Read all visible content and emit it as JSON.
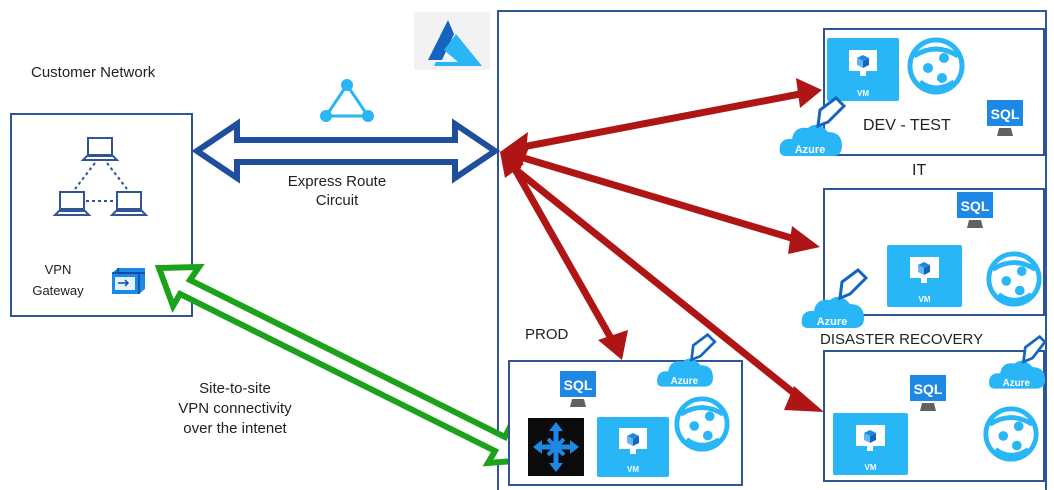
{
  "customer_network": {
    "title": "Customer Network",
    "vpn_gateway_line1": "VPN",
    "vpn_gateway_line2": "Gateway"
  },
  "express_route": {
    "line1": "Express Route",
    "line2": "Circuit"
  },
  "site_to_site": {
    "line1": "Site-to-site",
    "line2": "VPN connectivity",
    "line3": "over the intenet"
  },
  "environments": {
    "dev_test": "DEV - TEST",
    "it": "IT",
    "disaster_recovery": "DISASTER RECOVERY",
    "prod": "PROD"
  },
  "icon_text": {
    "vm": "VM",
    "sql": "SQL",
    "azure": "Azure"
  },
  "colors": {
    "azure_blue": "#29b6f6",
    "sql_blue": "#1e88e5",
    "express_route_arrow": "#1f4e9c",
    "vpn_arrow": "#1aa31a",
    "vnet_arrows": "#b01515",
    "box_border": "#2f5597"
  }
}
